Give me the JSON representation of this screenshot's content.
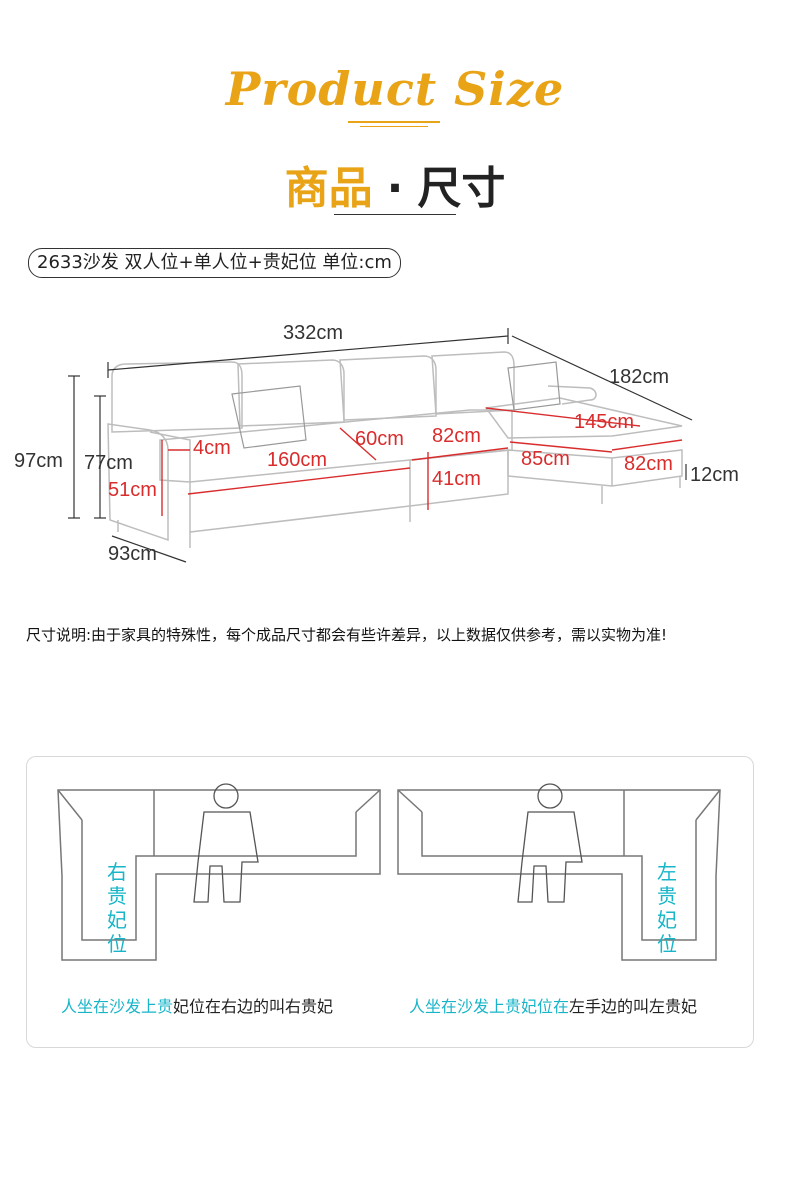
{
  "header": {
    "script_title": "Product Size",
    "cn_title_part1": "商品",
    "cn_title_sep": "·",
    "cn_title_part2": "尺寸"
  },
  "spec": {
    "label": "2633沙发 双人位+单人位+贵妃位 单位:cm"
  },
  "dimensions": {
    "total_width": "332cm",
    "chaise_length": "182cm",
    "overall_height": "97cm",
    "back_height": "77cm",
    "seat_height": "51cm",
    "depth": "93cm",
    "arm_width": "4cm",
    "double_seat": "160cm",
    "seat_depth": "60cm",
    "single_seat": "82cm",
    "leg_height": "41cm",
    "chaise_inner": "145cm",
    "chaise_seat": "85cm",
    "chaise_width": "82cm",
    "cushion_height": "12cm"
  },
  "note": {
    "text": "尺寸说明:由于家具的特殊性，每个成品尺寸都会有些许差异，以上数据仅供参考，需以实物为准!"
  },
  "orientation": {
    "right": {
      "vertical_label": [
        "右",
        "贵",
        "妃",
        "位"
      ],
      "caption_cyan": "人坐在沙发上贵",
      "caption_black": "妃位在右边的叫右贵妃"
    },
    "left": {
      "vertical_label": [
        "左",
        "贵",
        "妃",
        "位"
      ],
      "caption_cyan": "人坐在沙发上贵妃位在",
      "caption_black": "左手边的叫左贵妃"
    }
  },
  "colors": {
    "accent": "#e8a317",
    "dimension_red": "#d92d2d",
    "label_cyan": "#18b5c9"
  }
}
